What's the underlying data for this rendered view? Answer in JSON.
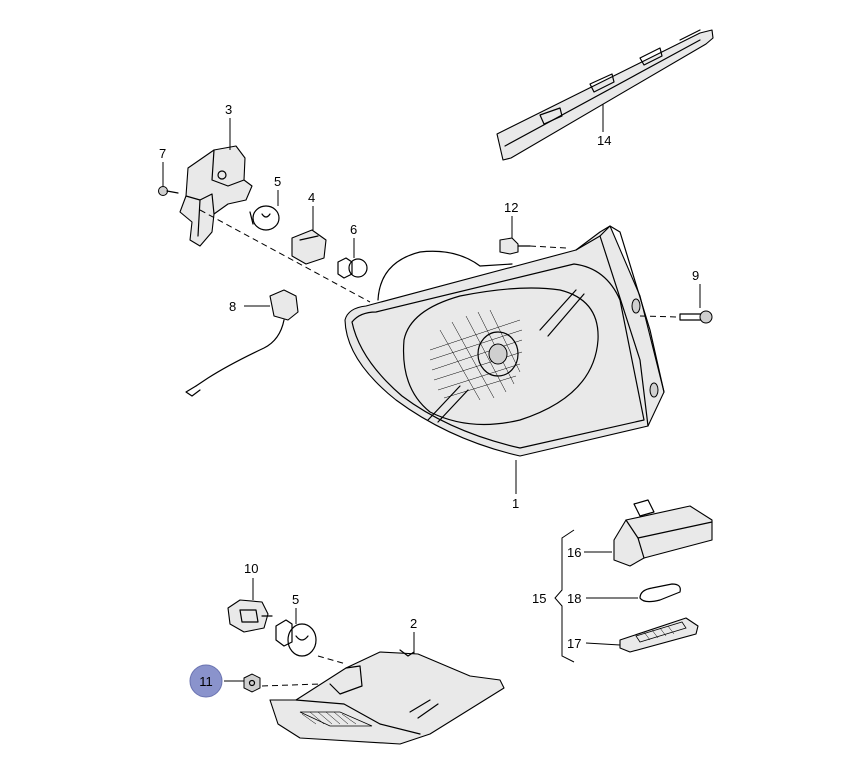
{
  "callouts": {
    "c1": "1",
    "c2": "2",
    "c3": "3",
    "c4": "4",
    "c5a": "5",
    "c5b": "5",
    "c6": "6",
    "c7": "7",
    "c8": "8",
    "c9": "9",
    "c10": "10",
    "c11": "11",
    "c12": "12",
    "c14": "14",
    "c15": "15",
    "c16": "16",
    "c17": "17",
    "c18": "18"
  },
  "highlight_color": "#8a93cc",
  "icons": {
    "headlamp": "headlamp-housing-icon",
    "fog_lamp": "fog-lamp-icon",
    "bulb": "bulb-icon",
    "socket": "bulb-socket-icon",
    "screw": "screw-icon",
    "license_lamp": "license-plate-lamp-icon"
  }
}
